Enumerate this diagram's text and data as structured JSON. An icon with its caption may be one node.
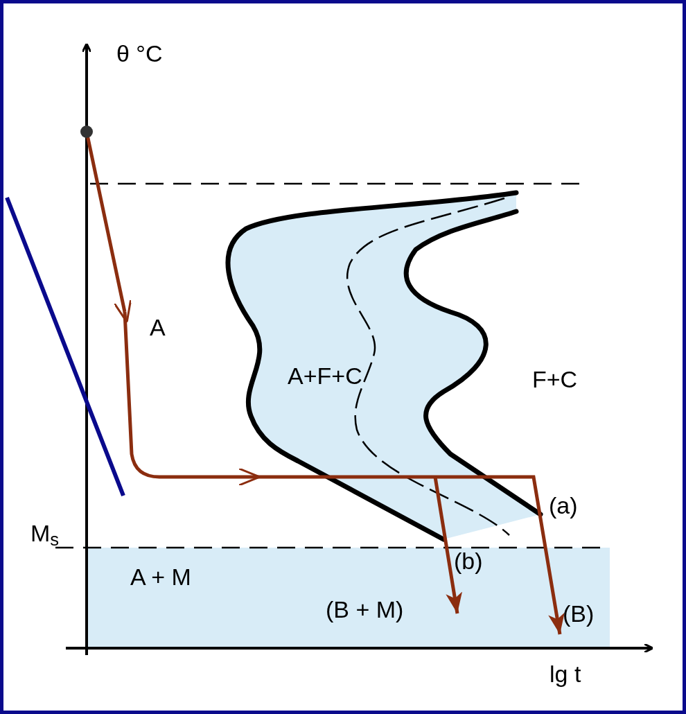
{
  "diagram": {
    "labels": [
      "θ °C",
      "A",
      "A+F+C",
      "F+C",
      "(a)",
      "M$_{s}$",
      "A + M",
      "(b)",
      "(B + M)",
      "(B)",
      "lg t"
    ]
  }
}
